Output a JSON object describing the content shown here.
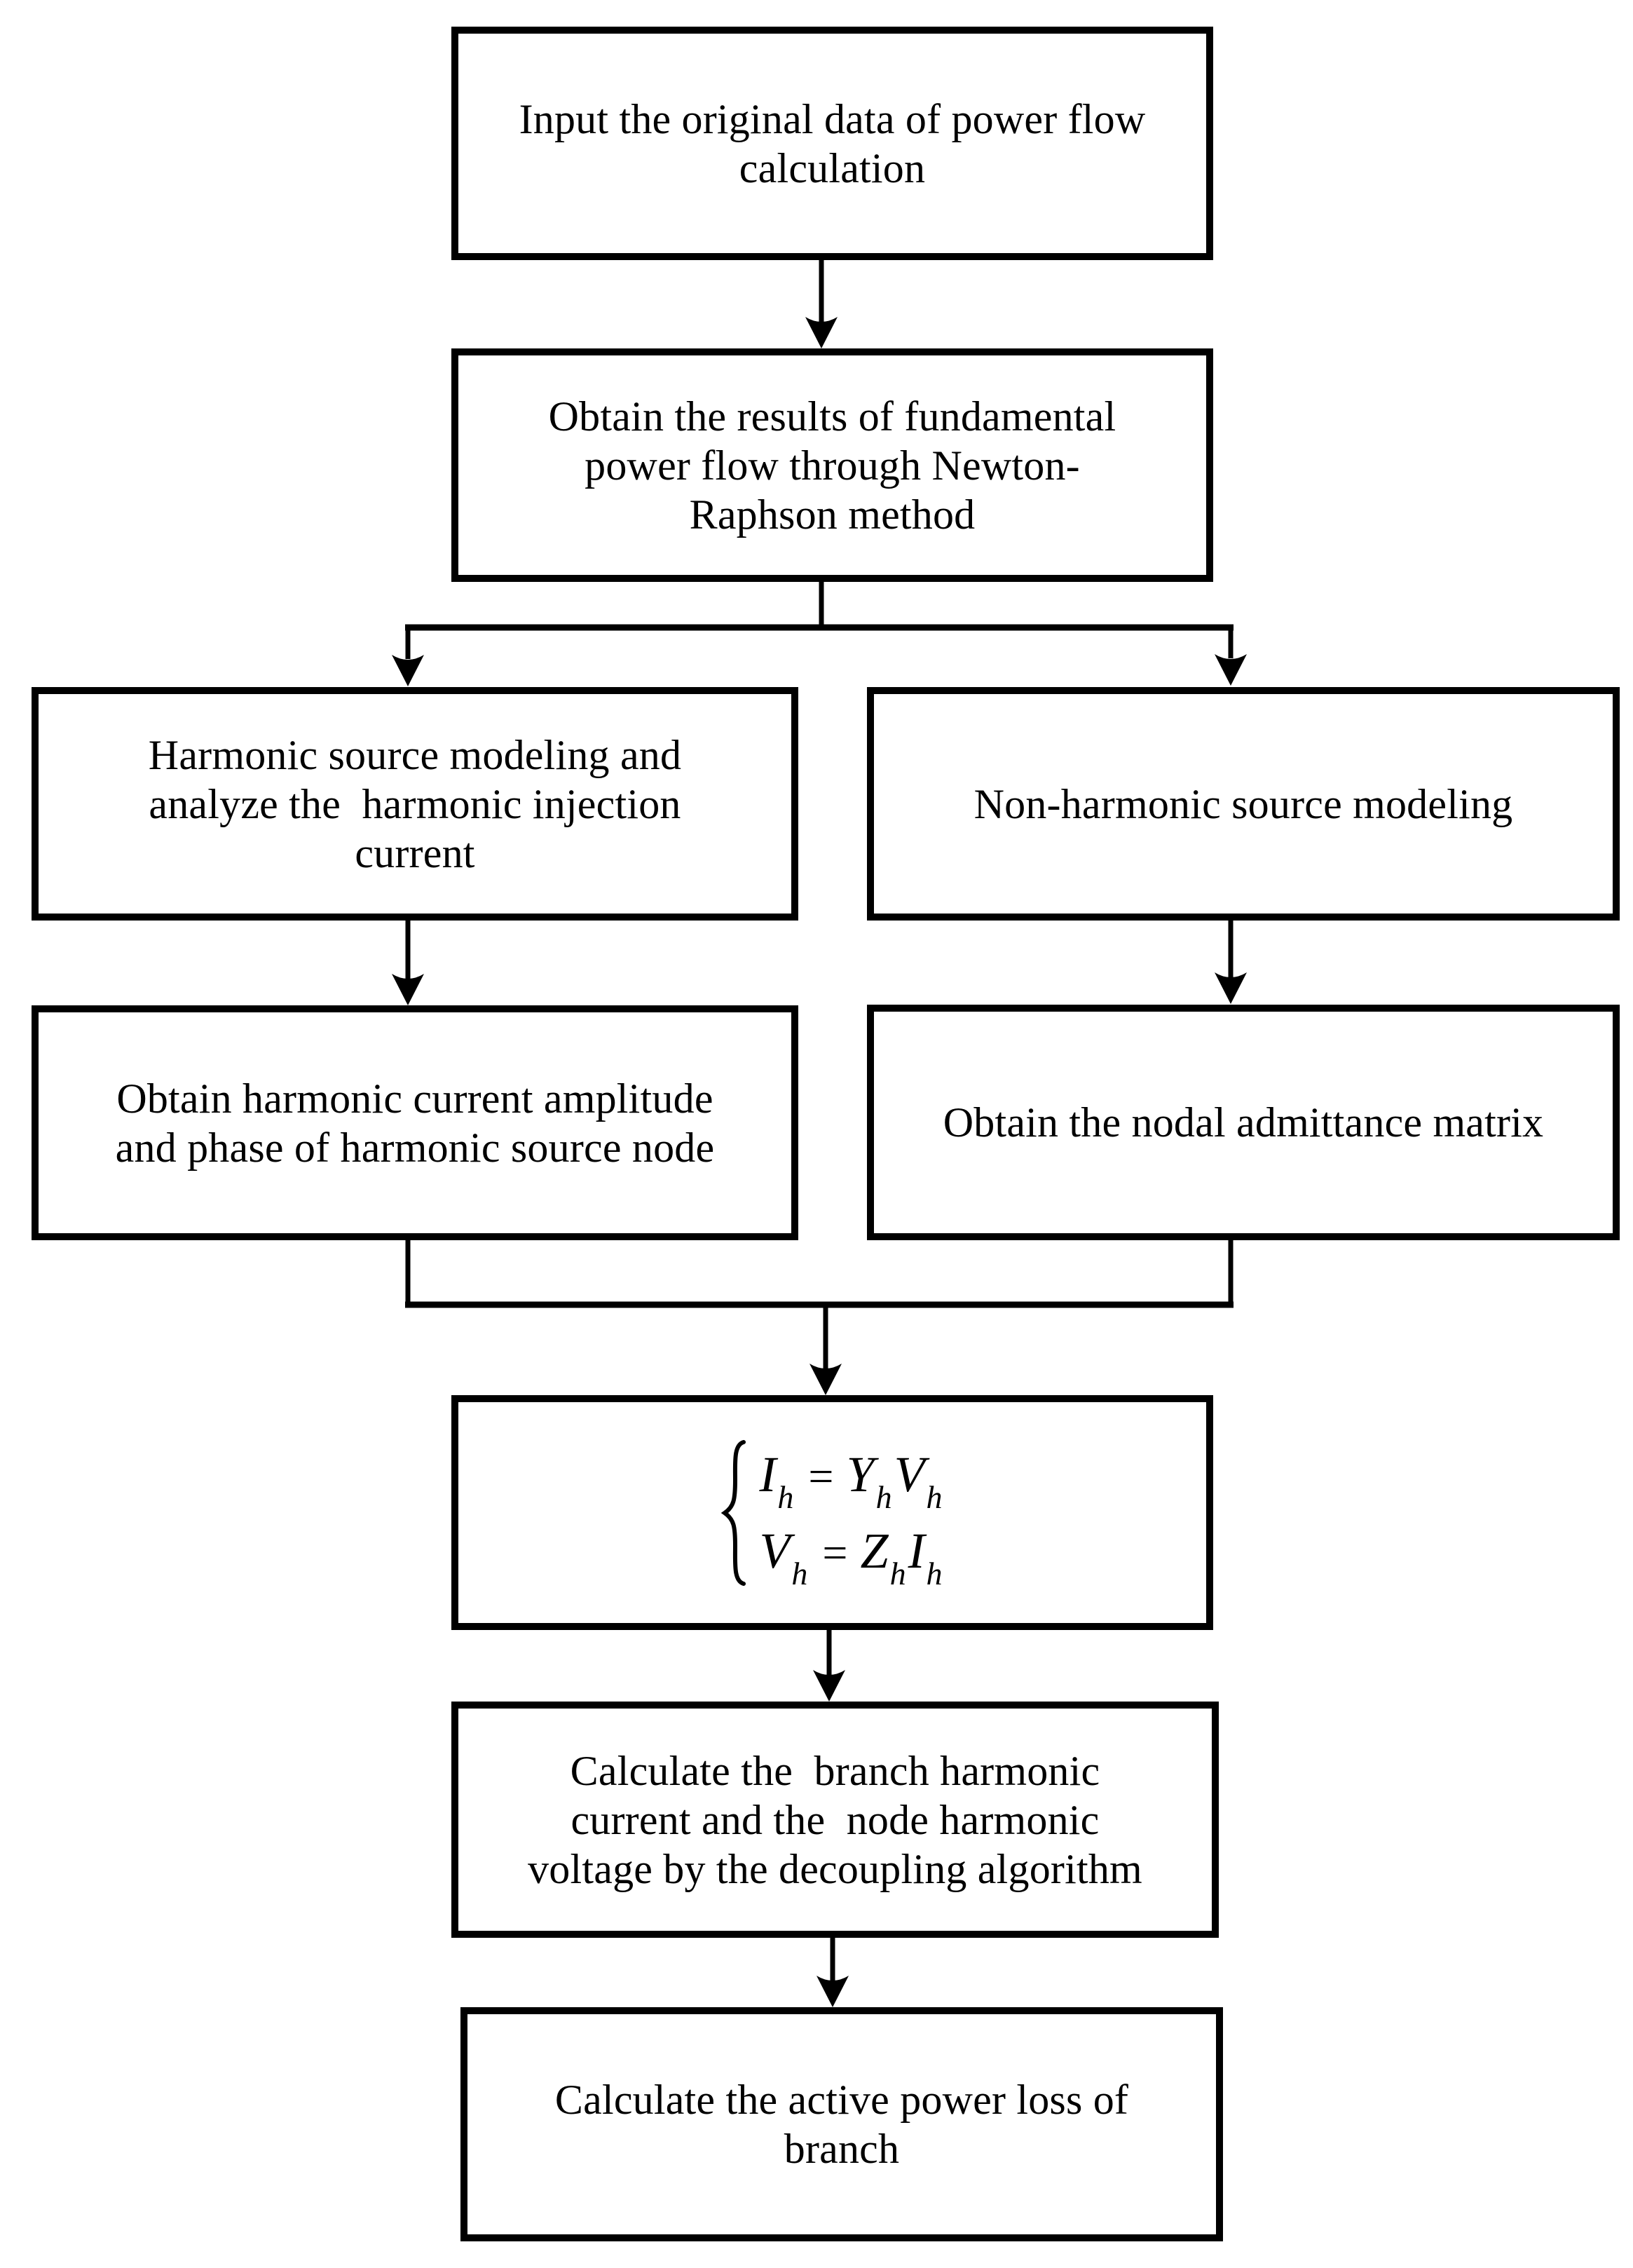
{
  "flowchart": {
    "background_color": "#ffffff",
    "line_color": "#000000",
    "boxes": {
      "input": {
        "lines": [
          "Input the original data of power flow",
          "calculation"
        ]
      },
      "fundamental": {
        "lines": [
          "Obtain the results of fundamental",
          "power flow through Newton-",
          "Raphson method"
        ]
      },
      "harmonic_source": {
        "lines": [
          "Harmonic source modeling and",
          "analyze the  harmonic injection",
          "current"
        ]
      },
      "non_harmonic_source": {
        "lines": [
          "Non-harmonic source modeling"
        ]
      },
      "harmonic_current": {
        "lines": [
          "Obtain harmonic current amplitude",
          "and phase of harmonic source node"
        ]
      },
      "admittance": {
        "lines": [
          "Obtain the nodal admittance matrix"
        ]
      },
      "decoupling": {
        "lines": [
          "Calculate the  branch harmonic",
          "current and the  node harmonic",
          "voltage by the decoupling algorithm"
        ]
      },
      "power_loss": {
        "lines": [
          "Calculate the active power loss of",
          "branch"
        ]
      }
    },
    "equation": {
      "brace": "{",
      "lines": [
        {
          "lhs": "I",
          "lhs_sub": "h",
          "op": "=",
          "t1": "Y",
          "t1_sub": "h",
          "t2": "V",
          "t2_sub": "h"
        },
        {
          "lhs": "V",
          "lhs_sub": "h",
          "op": "=",
          "t1": "Z",
          "t1_sub": "h",
          "t2": "I",
          "t2_sub": "h"
        }
      ]
    }
  }
}
